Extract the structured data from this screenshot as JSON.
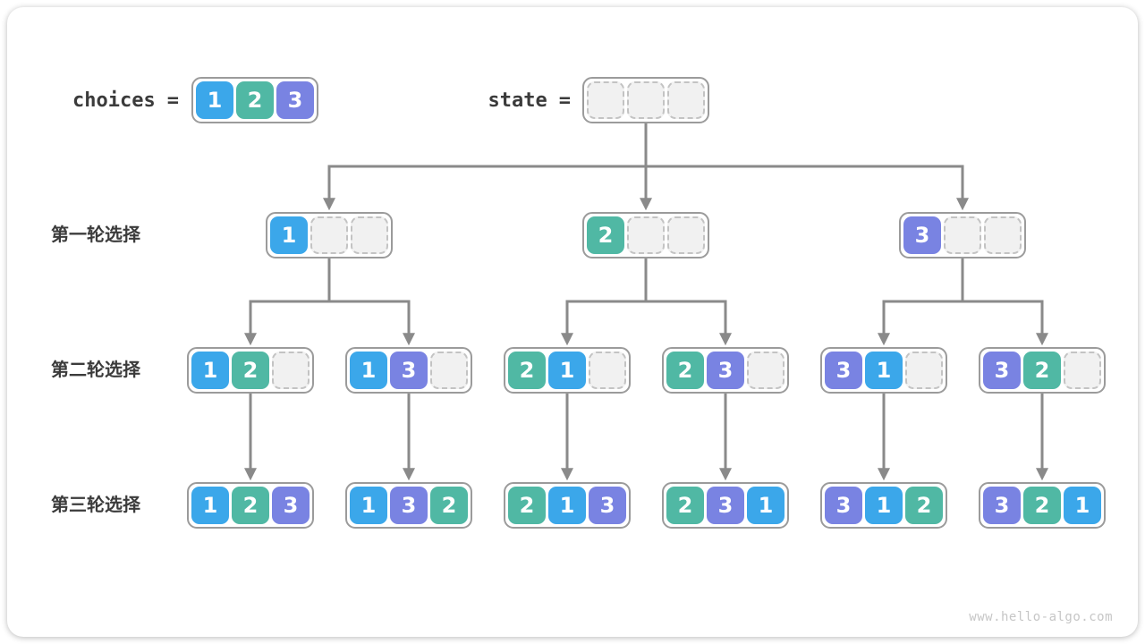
{
  "colors": {
    "1": "#3ba7ea",
    "2": "#50b8a4",
    "3": "#7983e2",
    "connector": "#8a8a8a",
    "empty_cell": "#f1f1f1",
    "node_border": "#9b9b9b",
    "text": "#3b3b3b"
  },
  "legend": {
    "choices": {
      "label": "choices",
      "equals": "=",
      "cells": [
        "1",
        "2",
        "3"
      ]
    },
    "state": {
      "label": "state",
      "equals": "=",
      "cells": [
        null,
        null,
        null
      ]
    }
  },
  "rounds": [
    {
      "label": "第一轮选择",
      "nodes": [
        [
          "1",
          null,
          null
        ],
        [
          "2",
          null,
          null
        ],
        [
          "3",
          null,
          null
        ]
      ]
    },
    {
      "label": "第二轮选择",
      "nodes": [
        [
          "1",
          "2",
          null
        ],
        [
          "1",
          "3",
          null
        ],
        [
          "2",
          "1",
          null
        ],
        [
          "2",
          "3",
          null
        ],
        [
          "3",
          "1",
          null
        ],
        [
          "3",
          "2",
          null
        ]
      ]
    },
    {
      "label": "第三轮选择",
      "nodes": [
        [
          "1",
          "2",
          "3"
        ],
        [
          "1",
          "3",
          "2"
        ],
        [
          "2",
          "1",
          "3"
        ],
        [
          "2",
          "3",
          "1"
        ],
        [
          "3",
          "1",
          "2"
        ],
        [
          "3",
          "2",
          "1"
        ]
      ]
    }
  ],
  "watermark": "www.hello-algo.com"
}
